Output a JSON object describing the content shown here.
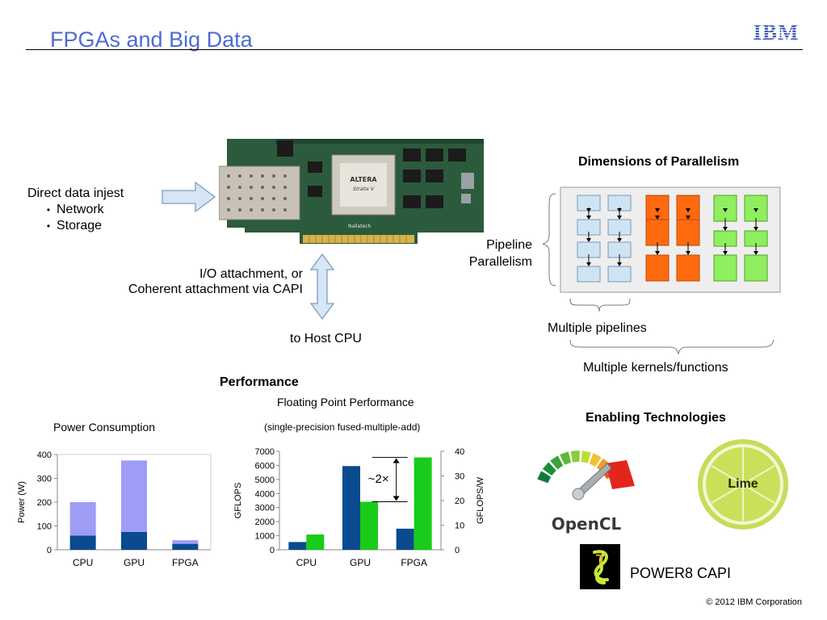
{
  "slide": {
    "title": "FPGAs and Big Data",
    "logo_text": "IBM",
    "footer": "© 2012 IBM Corporation"
  },
  "ingest": {
    "heading": "Direct data injest",
    "items": [
      "Network",
      "Storage"
    ]
  },
  "card": {
    "vendor_label": "Nallatech",
    "chip_label": "ALTERA Stratix V"
  },
  "attachment": {
    "line1": "I/O attachment, or",
    "line2": "Coherent attachment via CAPI",
    "host": "to Host CPU"
  },
  "parallelism": {
    "heading": "Dimensions of Parallelism",
    "pipeline_line1": "Pipeline",
    "pipeline_line2": "Parallelism",
    "multiple_pipelines": "Multiple pipelines",
    "multiple_kernels": "Multiple kernels/functions",
    "colors": {
      "blue": "#cfe4f3",
      "orange": "#ff6a10",
      "green": "#8fef5f"
    }
  },
  "performance": {
    "heading": "Performance",
    "fp_title": "Floating Point Performance",
    "fp_subtitle": "(single-precision fused-multiple-add)",
    "annotation": "~2×"
  },
  "power_chart_title": "Power Consumption",
  "enabling": {
    "heading": "Enabling Technologies",
    "opencl": "OpenCL",
    "lime": "Lime",
    "power8": "POWER8 CAPI"
  },
  "chart_data": [
    {
      "type": "bar",
      "stacked": true,
      "title": "Power Consumption",
      "categories": [
        "CPU",
        "GPU",
        "FPGA"
      ],
      "ylabel": "Power (W)",
      "ylim": [
        0,
        400
      ],
      "yticks": [
        0,
        100,
        200,
        300,
        400
      ],
      "grid": false,
      "series": [
        {
          "values": [
            60,
            75,
            25
          ],
          "color": "#0a4a8e"
        },
        {
          "values": [
            140,
            300,
            15
          ],
          "color": "#9d9df5"
        }
      ]
    },
    {
      "type": "bar",
      "title": "Floating Point Performance",
      "subtitle": "(single-precision fused-multiple-add)",
      "categories": [
        "CPU",
        "GPU",
        "FPGA"
      ],
      "ylabel": "GFLOPS",
      "y2label": "GFLOPS/W",
      "ylim": [
        0,
        7000
      ],
      "yticks": [
        0,
        1000,
        2000,
        3000,
        4000,
        5000,
        6000,
        7000
      ],
      "y2lim": [
        0,
        40
      ],
      "y2ticks": [
        0,
        10,
        20,
        30,
        40
      ],
      "grid": false,
      "series": [
        {
          "axis": "left",
          "values": [
            550,
            5950,
            1500
          ],
          "color": "#0a4a8e"
        },
        {
          "axis": "right",
          "values": [
            6.2,
            19.5,
            37.5
          ],
          "color": "#19cc19"
        }
      ]
    }
  ]
}
